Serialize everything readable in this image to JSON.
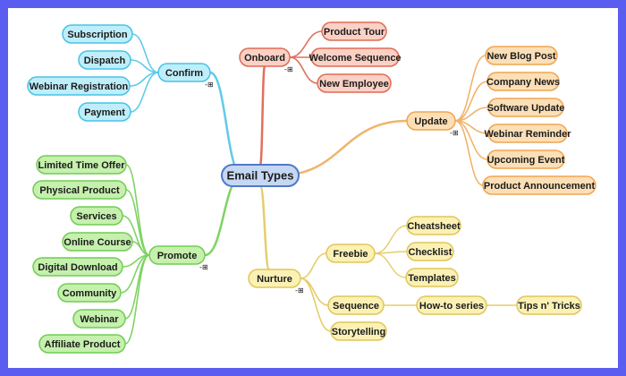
{
  "title": "Email Types",
  "branches": [
    {
      "id": "confirm",
      "label": "Confirm",
      "collapse_marker": "-⊞",
      "children": [
        "Subscription",
        "Dispatch",
        "Webinar Registration",
        "Payment"
      ]
    },
    {
      "id": "onboard",
      "label": "Onboard",
      "collapse_marker": "-⊞",
      "children": [
        "Product Tour",
        "Welcome Sequence",
        "New Employee"
      ]
    },
    {
      "id": "update",
      "label": "Update",
      "collapse_marker": "-⊞",
      "children": [
        "New Blog Post",
        "Company News",
        "Software Update",
        "Webinar Reminder",
        "Upcoming Event",
        "Product Announcement"
      ]
    },
    {
      "id": "promote",
      "label": "Promote",
      "collapse_marker": "-⊞",
      "children": [
        "Limited Time Offer",
        "Physical Product",
        "Services",
        "Online Course",
        "Digital Download",
        "Community",
        "Webinar",
        "Affiliate Product"
      ]
    },
    {
      "id": "nurture",
      "label": "Nurture",
      "collapse_marker": "-⊞",
      "children": [
        {
          "label": "Freebie",
          "children": [
            "Cheatsheet",
            "Checklist",
            "Templates"
          ]
        },
        {
          "label": "Sequence",
          "children": [
            {
              "label": "How-to series",
              "children": [
                "Tips n' Tricks"
              ]
            }
          ]
        },
        {
          "label": "Storytelling",
          "children": []
        }
      ]
    }
  ],
  "colors": {
    "frame": "#5b5cf0",
    "root": {
      "fill": "#c6d7f3",
      "stroke": "#4f79c9"
    },
    "confirm": {
      "fill": "#bfeefb",
      "stroke": "#46c3e6",
      "line": "#5fcbe8"
    },
    "onboard": {
      "fill": "#fbd0c5",
      "stroke": "#e06a55",
      "line": "#e0705c"
    },
    "update": {
      "fill": "#fcdfb6",
      "stroke": "#eea552",
      "line": "#f0b46a"
    },
    "promote": {
      "fill": "#c5f0ad",
      "stroke": "#72cc55",
      "line": "#7ed363"
    },
    "nurture": {
      "fill": "#fbf1b5",
      "stroke": "#e0c658",
      "line": "#e6cd6c"
    }
  }
}
